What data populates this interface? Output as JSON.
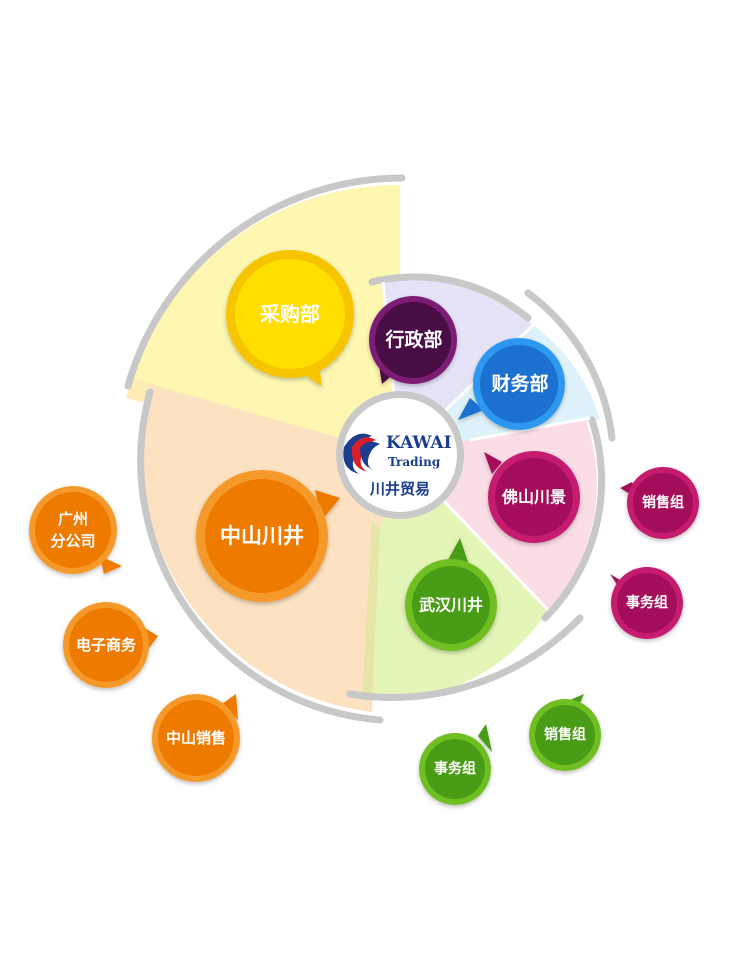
{
  "center": {
    "logo_word": "KAWAI",
    "logo_sub": "Trading",
    "name": "川井贸易"
  },
  "departments": {
    "purchasing": "采购部",
    "admin": "行政部",
    "finance": "财务部"
  },
  "branches": {
    "zhongshan": {
      "label": "中山川井",
      "children": [
        "广州分公司",
        "电子商务",
        "中山销售"
      ]
    },
    "foshan": {
      "label": "佛山川景",
      "children": [
        "销售组",
        "事务组"
      ]
    },
    "wuhan": {
      "label": "武汉川井",
      "children": [
        "销售组",
        "事务组"
      ]
    }
  },
  "colors": {
    "purchasing": "#f7c500",
    "admin": "#4a0a45",
    "finance": "#1a6fd0",
    "zhongshan": "#ef7a05",
    "foshan": "#a4105a",
    "wuhan": "#4a9c16",
    "ring": "#c8c8c8",
    "logo_blue": "#1a3d8f",
    "logo_red": "#d61f2a"
  },
  "icons": [
    "kawai-logo-icon"
  ]
}
